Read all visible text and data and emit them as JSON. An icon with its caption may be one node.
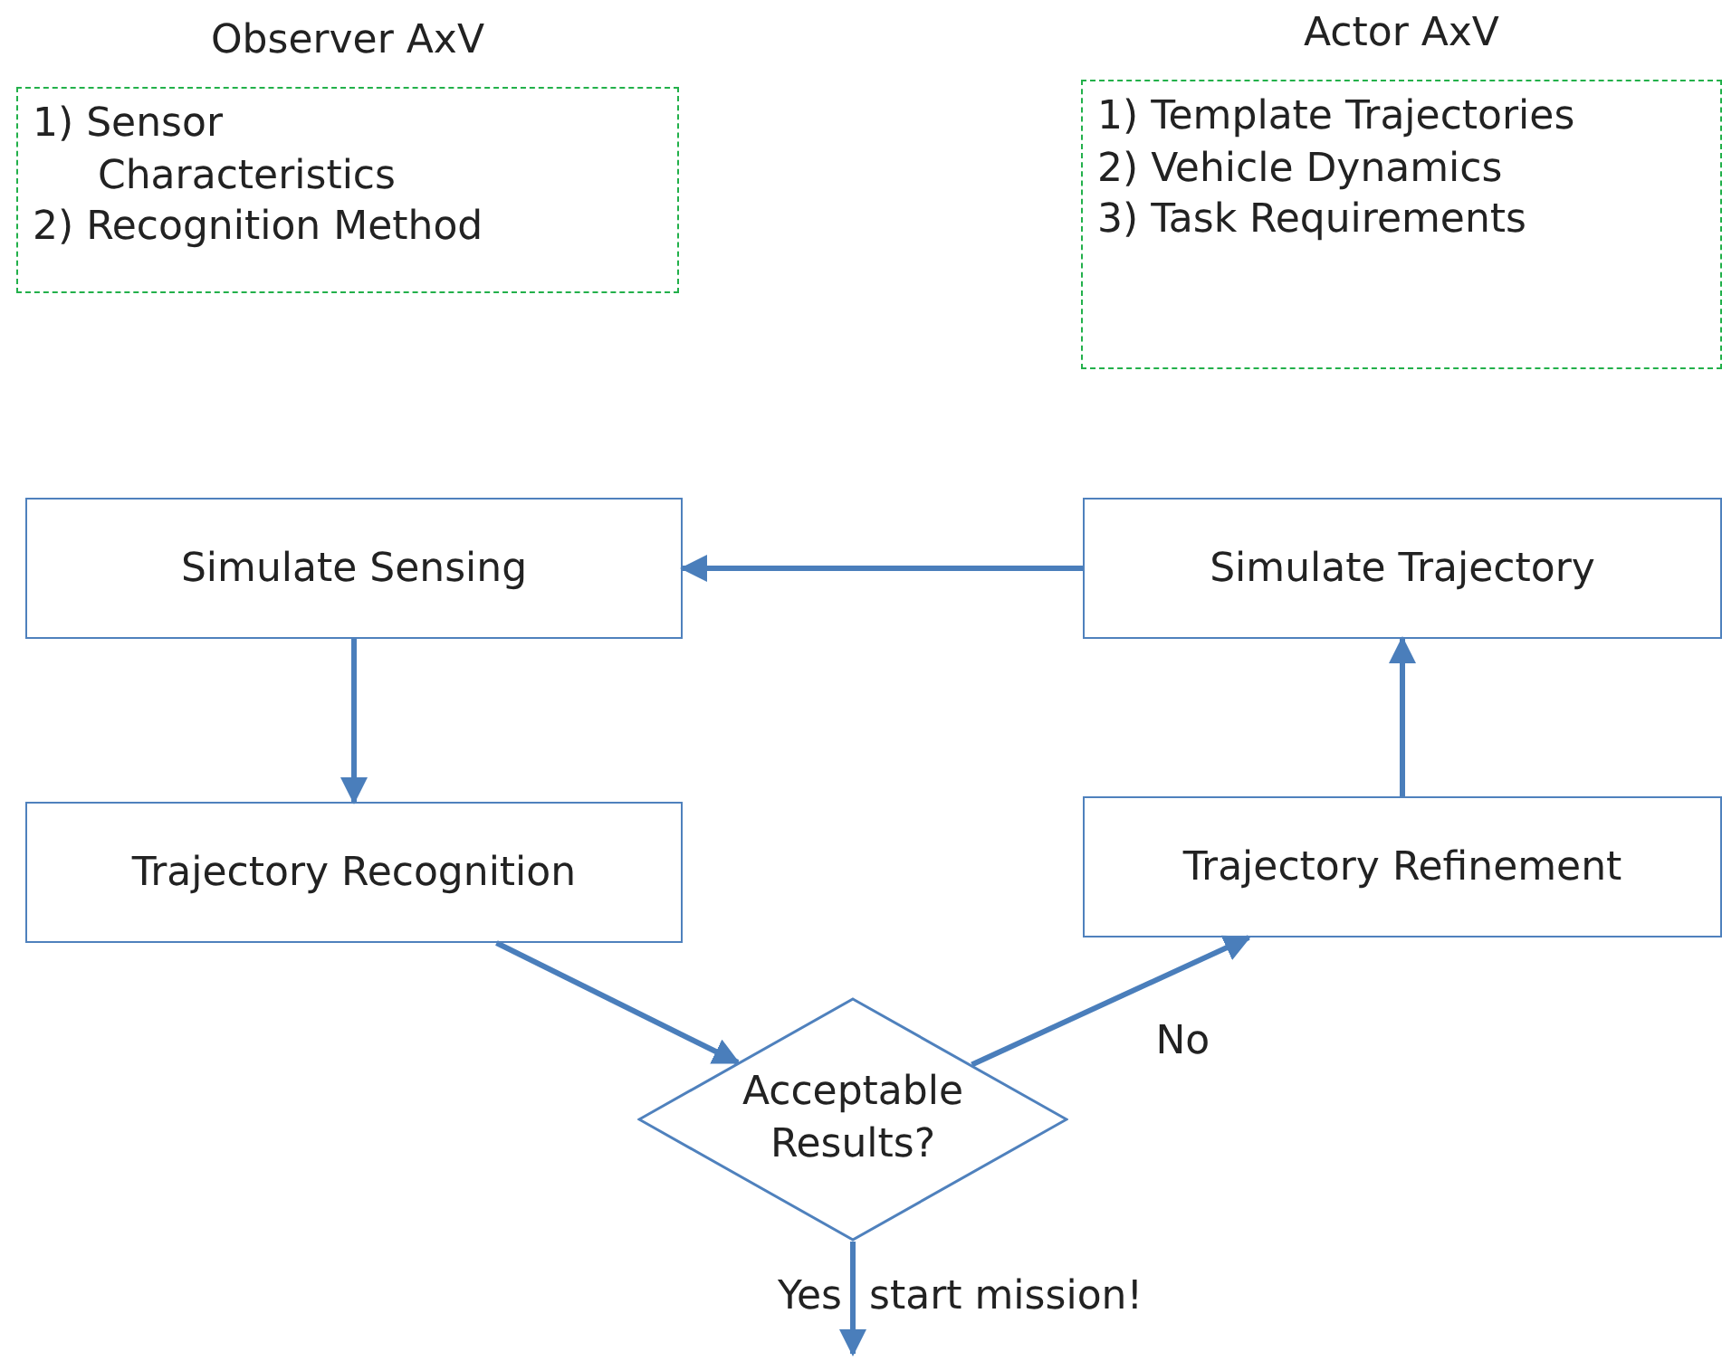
{
  "diagram": {
    "nodes": [
      {
        "text": [
          "Observer AxV",
          "1) Sensor Characteristics",
          "2) Recognition Method"
        ]
      },
      {
        "text": [
          "Actor AxV",
          "1) Template Trajectories",
          "2) Vehicle Dynamics",
          "3) Task Requirements"
        ]
      },
      {
        "text": [
          "Simulate Sensing"
        ]
      },
      {
        "text": [
          "Trajectory Recognition"
        ]
      },
      {
        "text": [
          "Acceptable Results?"
        ]
      },
      {
        "text": [
          "Trajectory Refinement"
        ]
      },
      {
        "text": [
          "Simulate Trajectory"
        ]
      }
    ],
    "edges": [
      {
        "from": 6,
        "to": 2,
        "arrow": "to"
      },
      {
        "from": 2,
        "to": 3,
        "arrow": "to"
      },
      {
        "from": 3,
        "to": 4,
        "arrow": "to"
      },
      {
        "from": 4,
        "to": 5,
        "arrow": "to",
        "label": "No"
      },
      {
        "from": 5,
        "to": 6,
        "arrow": "to"
      },
      {
        "from": 4,
        "to": null,
        "arrow": "to",
        "label": "Yes"
      }
    ],
    "labels": [
      "start mission!"
    ]
  }
}
